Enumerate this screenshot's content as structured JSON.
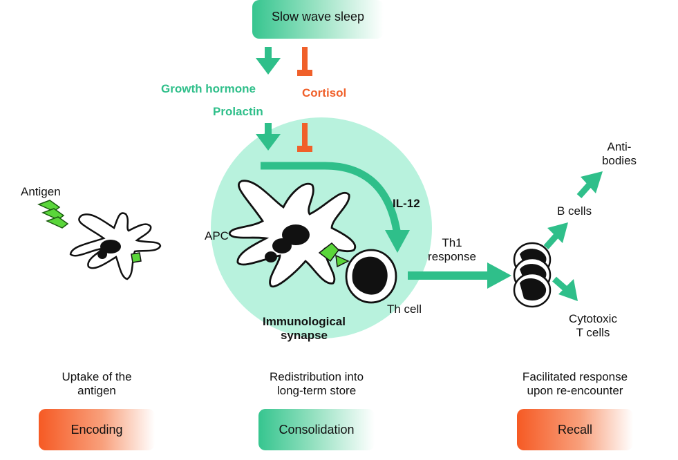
{
  "top": {
    "slow_wave_sleep": "Slow wave sleep"
  },
  "hormones": {
    "growth_hormone": "Growth hormone",
    "prolactin": "Prolactin",
    "cortisol": "Cortisol"
  },
  "labels": {
    "antigen": "Antigen",
    "apc": "APC",
    "il12": "IL-12",
    "th_cell": "Th cell",
    "synapse_line1": "Immunological",
    "synapse_line2": "synapse",
    "th1_line1": "Th1",
    "th1_line2": "response",
    "b_cells": "B cells",
    "antibodies_line1": "Anti-",
    "antibodies_line2": "bodies",
    "cytotoxic_line1": "Cytotoxic",
    "cytotoxic_line2": "T cells"
  },
  "stages": {
    "encoding": {
      "desc_line1": "Uptake of the",
      "desc_line2": "antigen",
      "label": "Encoding"
    },
    "consolidation": {
      "desc_line1": "Redistribution into",
      "desc_line2": "long-term store",
      "label": "Consolidation"
    },
    "recall": {
      "desc_line1": "Facilitated response",
      "desc_line2": "upon re-encounter",
      "label": "Recall"
    }
  },
  "colors": {
    "green_accent": "#2fbf8a",
    "orange_accent": "#f0602a",
    "circle_fill": "#b8f2dd",
    "antigen_green": "#5ad63a"
  }
}
